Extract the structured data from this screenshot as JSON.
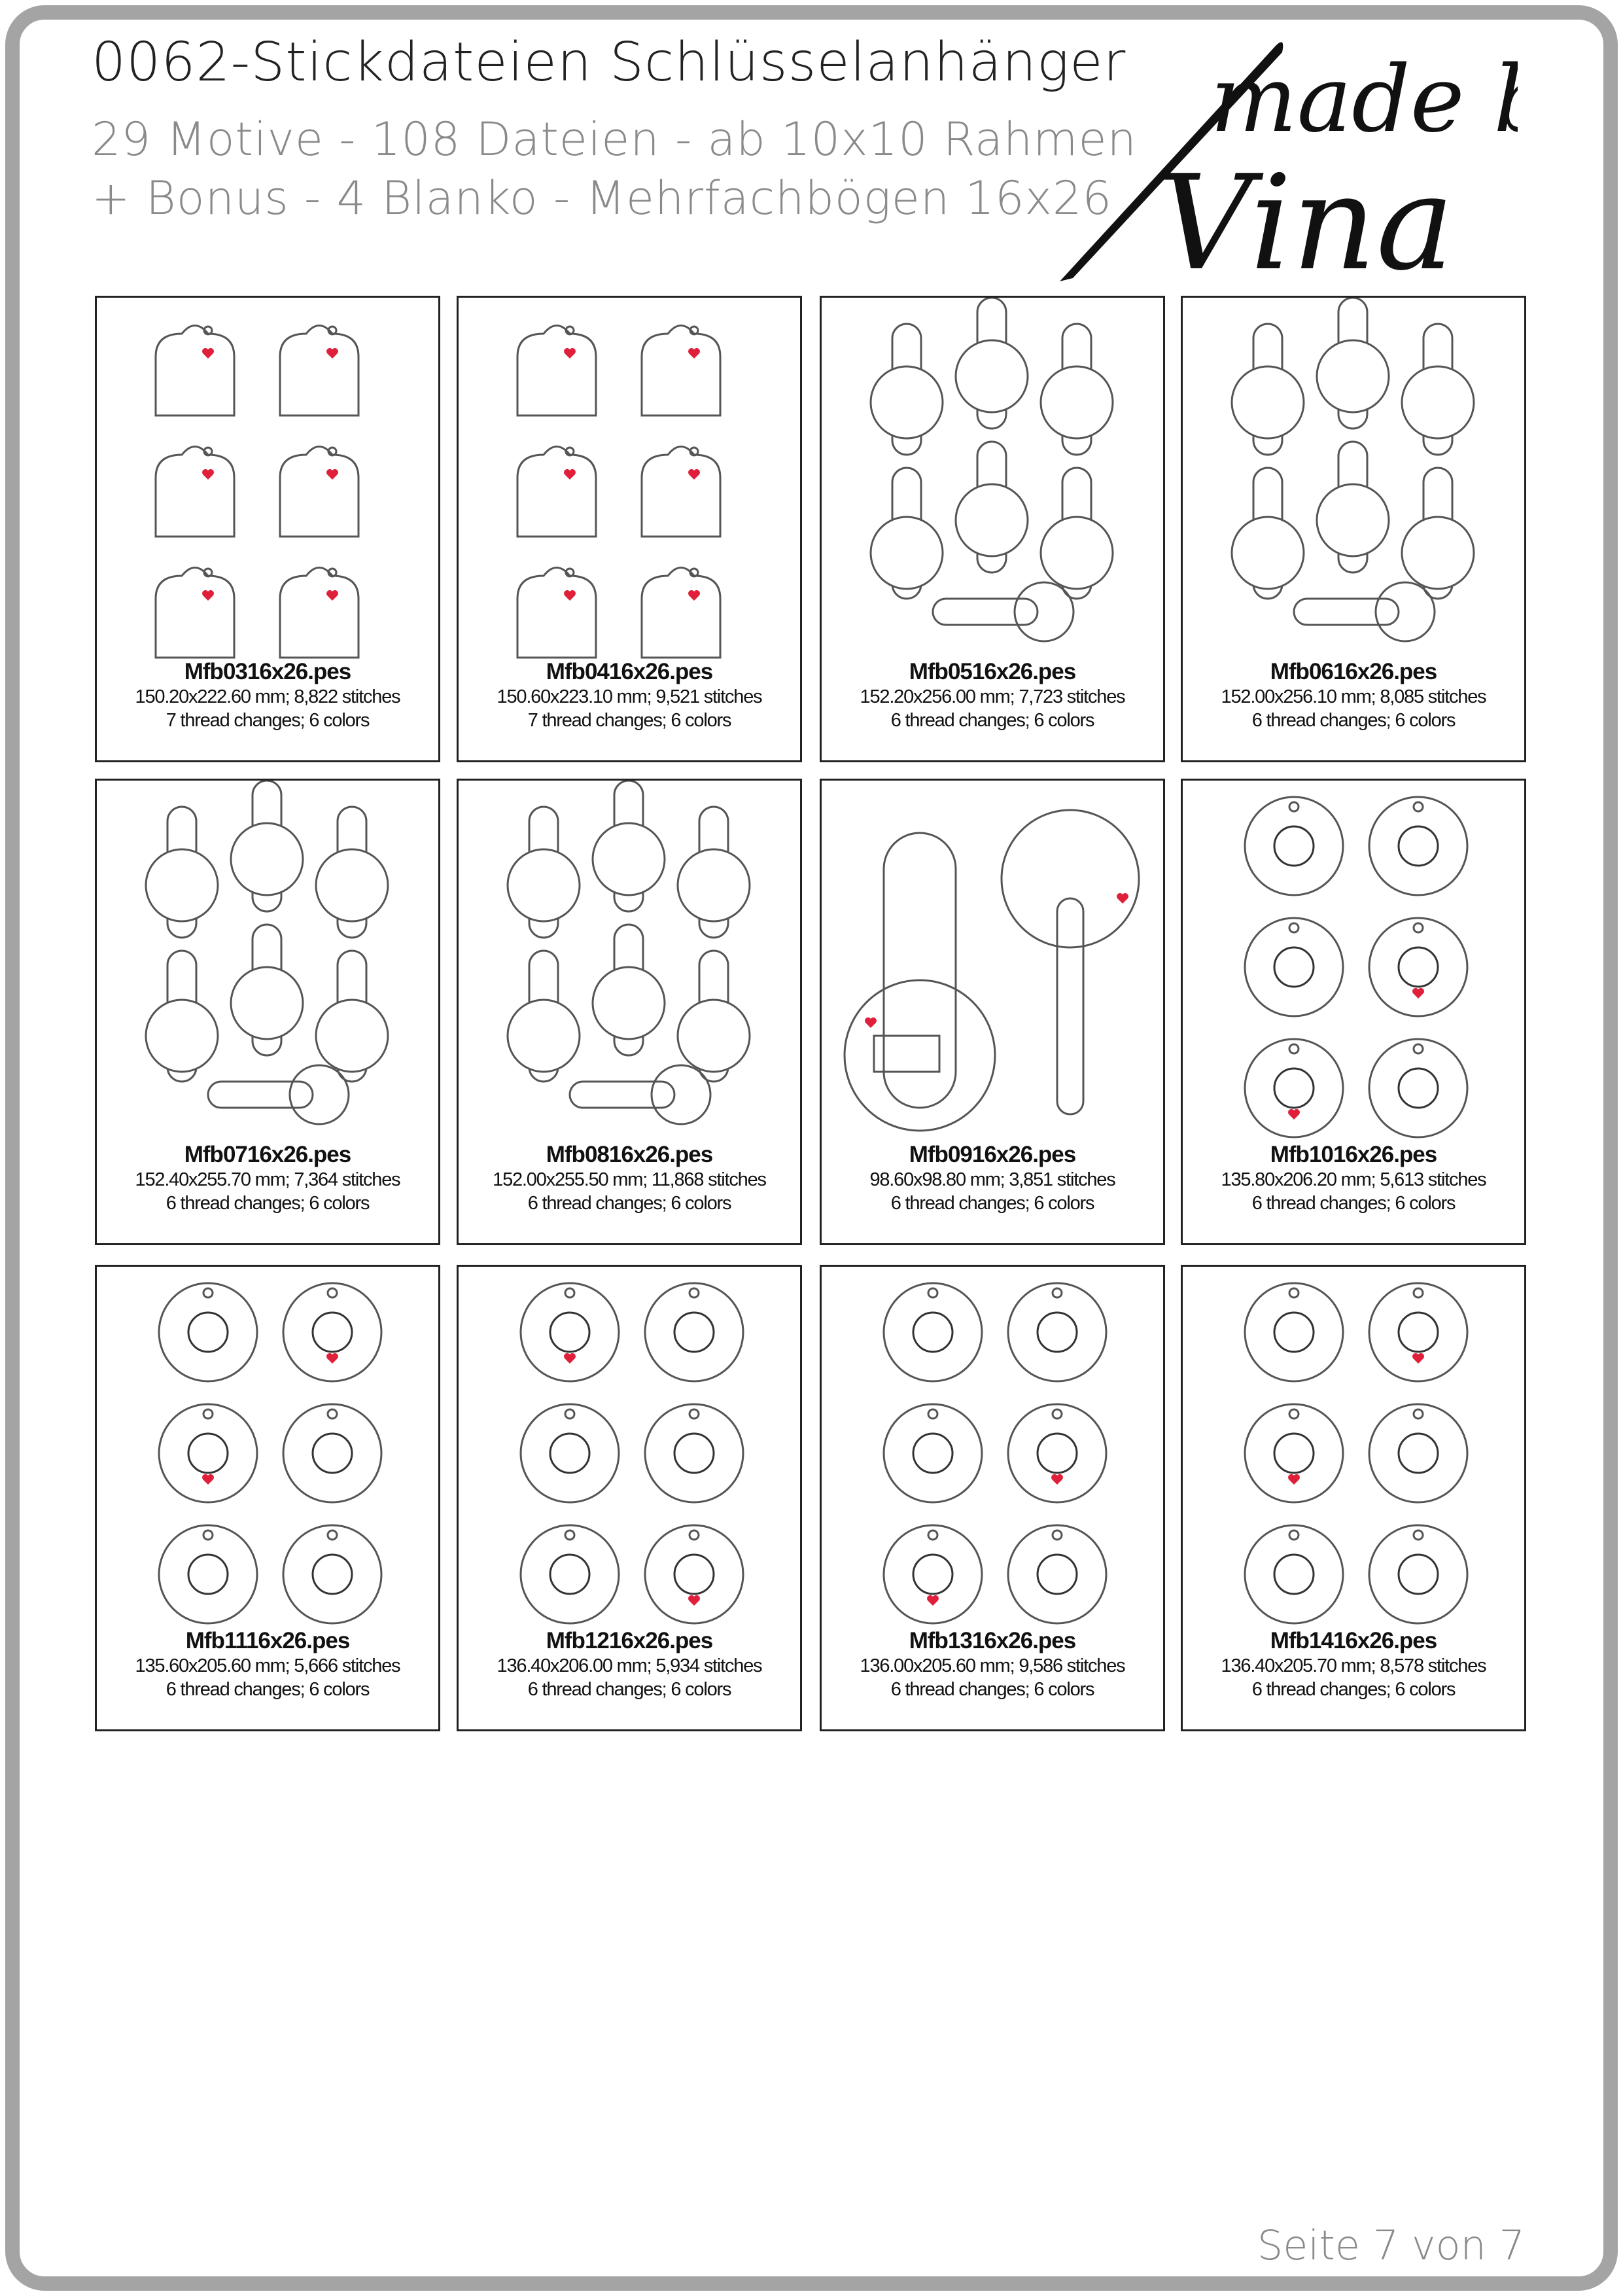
{
  "header": {
    "title": "0062-Stickdateien Schlüsselanhänger",
    "subtitle_line1": "29 Motive - 108 Dateien - ab 10x10 Rahmen",
    "subtitle_line2": "+ Bonus - 4 Blanko - Mehrfachbögen 16x26",
    "logo_text": "made by Vina"
  },
  "colors": {
    "accent": "#e0203a",
    "frame": "#a4a4a4",
    "text_gray": "#8a8a8a"
  },
  "cards": [
    {
      "file": "Mfb0316x26.pes",
      "size": "150.20x222.60 mm; 8,822 stitches",
      "threads": "7 thread changes; 6 colors",
      "layout": "tags"
    },
    {
      "file": "Mfb0416x26.pes",
      "size": "150.60x223.10 mm; 9,521 stitches",
      "threads": "7 thread changes; 6 colors",
      "layout": "tags"
    },
    {
      "file": "Mfb0516x26.pes",
      "size": "152.20x256.00 mm; 7,723 stitches",
      "threads": "6 thread changes; 6 colors",
      "layout": "fobs"
    },
    {
      "file": "Mfb0616x26.pes",
      "size": "152.00x256.10 mm; 8,085 stitches",
      "threads": "6 thread changes; 6 colors",
      "layout": "fobs"
    },
    {
      "file": "Mfb0716x26.pes",
      "size": "152.40x255.70 mm; 7,364 stitches",
      "threads": "6 thread changes; 6 colors",
      "layout": "fobs"
    },
    {
      "file": "Mfb0816x26.pes",
      "size": "152.00x255.50 mm; 11,868 stitches",
      "threads": "6 thread changes; 6 colors",
      "layout": "fobs"
    },
    {
      "file": "Mfb0916x26.pes",
      "size": "98.60x98.80 mm; 3,851 stitches",
      "threads": "6 thread changes; 6 colors",
      "layout": "big"
    },
    {
      "file": "Mfb1016x26.pes",
      "size": "135.80x206.20 mm; 5,613 stitches",
      "threads": "6 thread changes; 6 colors",
      "layout": "circles"
    },
    {
      "file": "Mfb1116x26.pes",
      "size": "135.60x205.60 mm; 5,666 stitches",
      "threads": "6 thread changes; 6 colors",
      "layout": "circles"
    },
    {
      "file": "Mfb1216x26.pes",
      "size": "136.40x206.00 mm; 5,934 stitches",
      "threads": "6 thread changes; 6 colors",
      "layout": "circles"
    },
    {
      "file": "Mfb1316x26.pes",
      "size": "136.00x205.60 mm; 9,586 stitches",
      "threads": "6 thread changes; 6 colors",
      "layout": "circles"
    },
    {
      "file": "Mfb1416x26.pes",
      "size": "136.40x205.70 mm; 8,578 stitches",
      "threads": "6 thread changes; 6 colors",
      "layout": "circles"
    }
  ],
  "footer": {
    "page": "Seite 7 von 7"
  }
}
